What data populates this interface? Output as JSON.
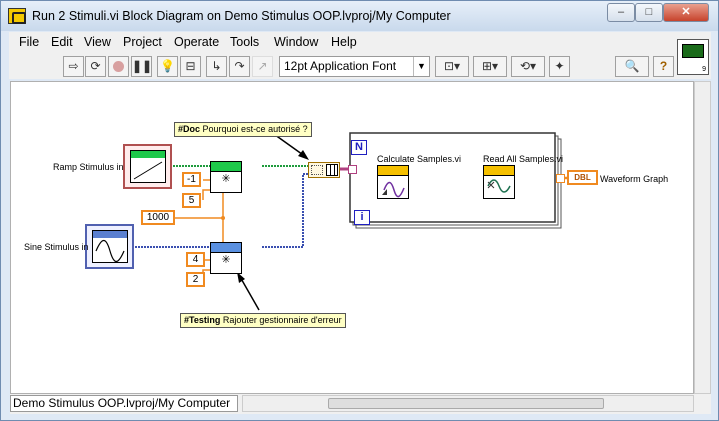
{
  "window": {
    "title": "Run 2 Stimuli.vi Block Diagram on Demo Stimulus OOP.lvproj/My Computer",
    "min_glyph": "–",
    "max_glyph": "□",
    "close_glyph": "✕"
  },
  "menu": [
    "File",
    "Edit",
    "View",
    "Project",
    "Operate",
    "Tools",
    "Window",
    "Help"
  ],
  "toolbar": {
    "font_label": "12pt Application Font"
  },
  "connector_pane": {
    "number": "9"
  },
  "diagram": {
    "ramp_label": "Ramp Stimulus in",
    "sine_label": "Sine Stimulus in",
    "doc_tag": "#Doc",
    "doc_text": "Pourquoi est-ce autorisé ?",
    "testing_tag": "#Testing",
    "testing_text": "Rajouter gestionnaire d'erreur",
    "const_1000": "1000",
    "const_neg1": "-1",
    "const_5": "5",
    "const_4": "4",
    "const_2": "2",
    "loop_count": "N",
    "loop_iter": "i",
    "calc_label": "Calculate Samples.vi",
    "read_label": "Read All Samples.vi",
    "dbl_label": "DBL",
    "graph_label": "Waveform Graph"
  },
  "status": {
    "path": "Demo Stimulus OOP.lvproj/My Computer"
  },
  "colors": {
    "numeric_orange": "#f08a20",
    "class_green": "#1e9b3c",
    "class_blue": "#3a4fb0",
    "error_yellow": "#c8a000",
    "waveform_pink": "#b04080",
    "loop_blue": "#2020c0"
  }
}
